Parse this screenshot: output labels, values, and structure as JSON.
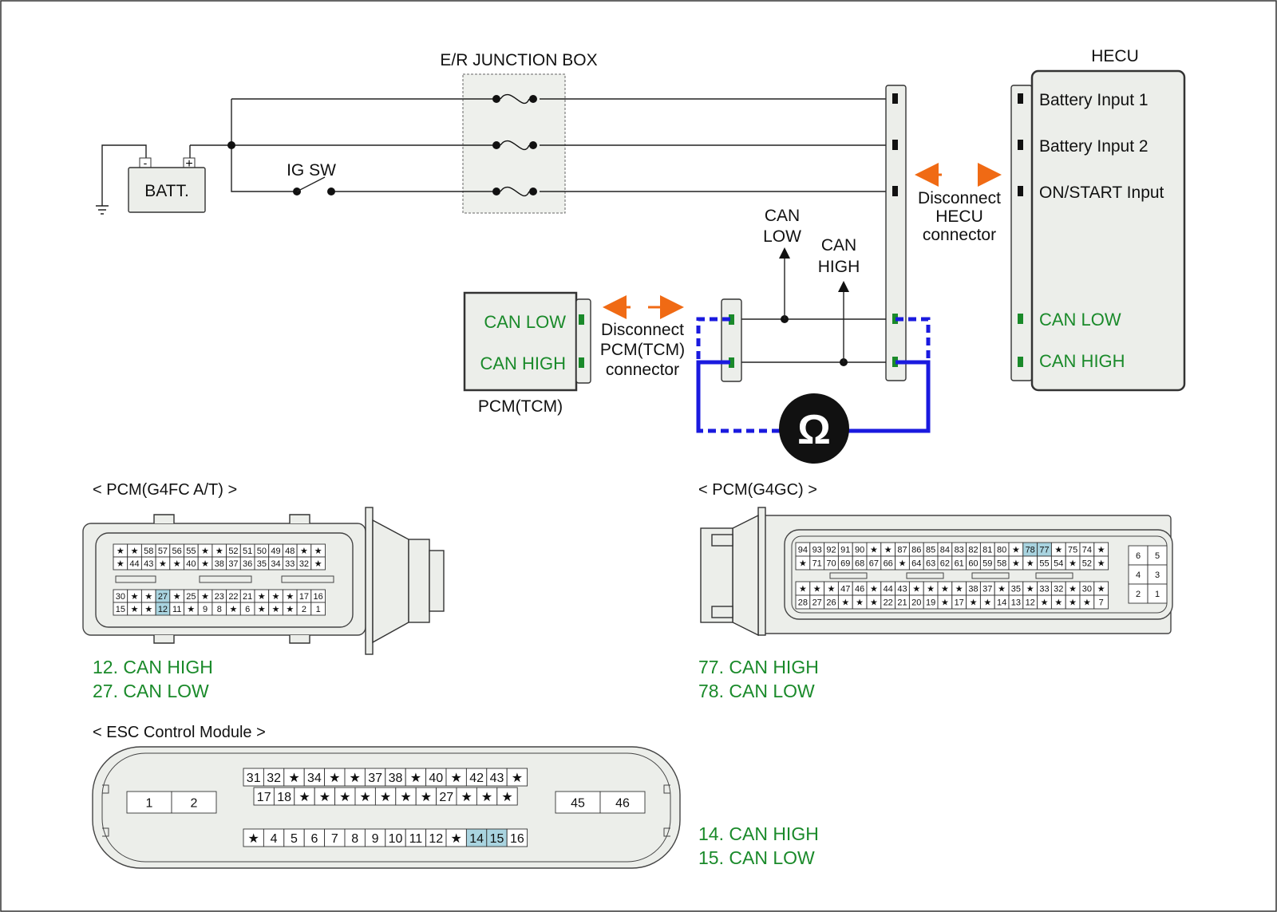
{
  "colors": {
    "can_wire": "#1a1adf",
    "arrow": "#f06a14",
    "green_text": "#1a8a2a",
    "highlight": "#a9d4e0",
    "block": "#eceeea"
  },
  "schematic": {
    "junction_box": "E/R JUNCTION BOX",
    "battery": "BATT.",
    "battery_minus": "-",
    "battery_plus": "+",
    "ig_switch": "IG SW",
    "hecu": {
      "title": "HECU",
      "pins": [
        "Battery Input 1",
        "Battery Input 2",
        "ON/START Input",
        "CAN LOW",
        "CAN HIGH"
      ]
    },
    "hecu_disconnect": [
      "Disconnect",
      "HECU",
      "connector"
    ],
    "pcm": {
      "title": "PCM(TCM)",
      "pins": [
        "CAN LOW",
        "CAN HIGH"
      ]
    },
    "pcm_disconnect": [
      "Disconnect",
      "PCM(TCM)",
      "connector"
    ],
    "can_low_tap": [
      "CAN",
      "LOW"
    ],
    "can_high_tap": [
      "CAN",
      "HIGH"
    ],
    "meter_symbol": "Ω"
  },
  "pcm_g4fc": {
    "title": "< PCM(G4FC A/T) >",
    "row1": [
      "★",
      "★",
      "58",
      "57",
      "56",
      "55",
      "★",
      "★",
      "52",
      "51",
      "50",
      "49",
      "48",
      "★",
      "★"
    ],
    "row2": [
      "★",
      "44",
      "43",
      "★",
      "★",
      "40",
      "★",
      "38",
      "37",
      "36",
      "35",
      "34",
      "33",
      "32",
      "★"
    ],
    "row3": [
      "30",
      "★",
      "★",
      "27",
      "★",
      "25",
      "★",
      "23",
      "22",
      "21",
      "★",
      "★",
      "★",
      "17",
      "16"
    ],
    "row4": [
      "15",
      "★",
      "★",
      "12",
      "11",
      "★",
      "9",
      "8",
      "★",
      "6",
      "★",
      "★",
      "★",
      "2",
      "1"
    ],
    "highlight": [
      "27",
      "12"
    ],
    "legend": [
      "12. CAN HIGH",
      "27. CAN LOW"
    ]
  },
  "pcm_g4gc": {
    "title": "< PCM(G4GC) >",
    "row1": [
      "94",
      "93",
      "92",
      "91",
      "90",
      "★",
      "★",
      "87",
      "86",
      "85",
      "84",
      "83",
      "82",
      "81",
      "80",
      "★",
      "78",
      "77",
      "★",
      "75",
      "74",
      "★"
    ],
    "row2": [
      "★",
      "71",
      "70",
      "69",
      "68",
      "67",
      "66",
      "★",
      "64",
      "63",
      "62",
      "61",
      "60",
      "59",
      "58",
      "★",
      "★",
      "55",
      "54",
      "★",
      "52",
      "★"
    ],
    "row3": [
      "★",
      "★",
      "★",
      "47",
      "46",
      "★",
      "44",
      "43",
      "★",
      "★",
      "★",
      "★",
      "38",
      "37",
      "★",
      "35",
      "★",
      "33",
      "32",
      "★",
      "30",
      "★"
    ],
    "row4": [
      "28",
      "27",
      "26",
      "★",
      "★",
      "★",
      "22",
      "21",
      "20",
      "19",
      "★",
      "17",
      "★",
      "★",
      "14",
      "13",
      "12",
      "★",
      "★",
      "★",
      "★",
      "7"
    ],
    "side": [
      "6",
      "5",
      "4",
      "3",
      "2",
      "1"
    ],
    "highlight": [
      "78",
      "77"
    ],
    "legend": [
      "77. CAN HIGH",
      "78. CAN LOW"
    ]
  },
  "esc": {
    "title": "< ESC Control Module >",
    "row1": [
      "31",
      "32",
      "★",
      "34",
      "★",
      "★",
      "37",
      "38",
      "★",
      "40",
      "★",
      "42",
      "43",
      "★"
    ],
    "row2": [
      "17",
      "18",
      "★",
      "★",
      "★",
      "★",
      "★",
      "★",
      "★",
      "27",
      "★",
      "★",
      "★"
    ],
    "row3": [
      "★",
      "4",
      "5",
      "6",
      "7",
      "8",
      "9",
      "10",
      "11",
      "12",
      "★",
      "14",
      "15",
      "16"
    ],
    "left": [
      "1",
      "2"
    ],
    "right": [
      "45",
      "46"
    ],
    "highlight": [
      "14",
      "15"
    ],
    "legend": [
      "14. CAN HIGH",
      "15. CAN LOW"
    ]
  }
}
